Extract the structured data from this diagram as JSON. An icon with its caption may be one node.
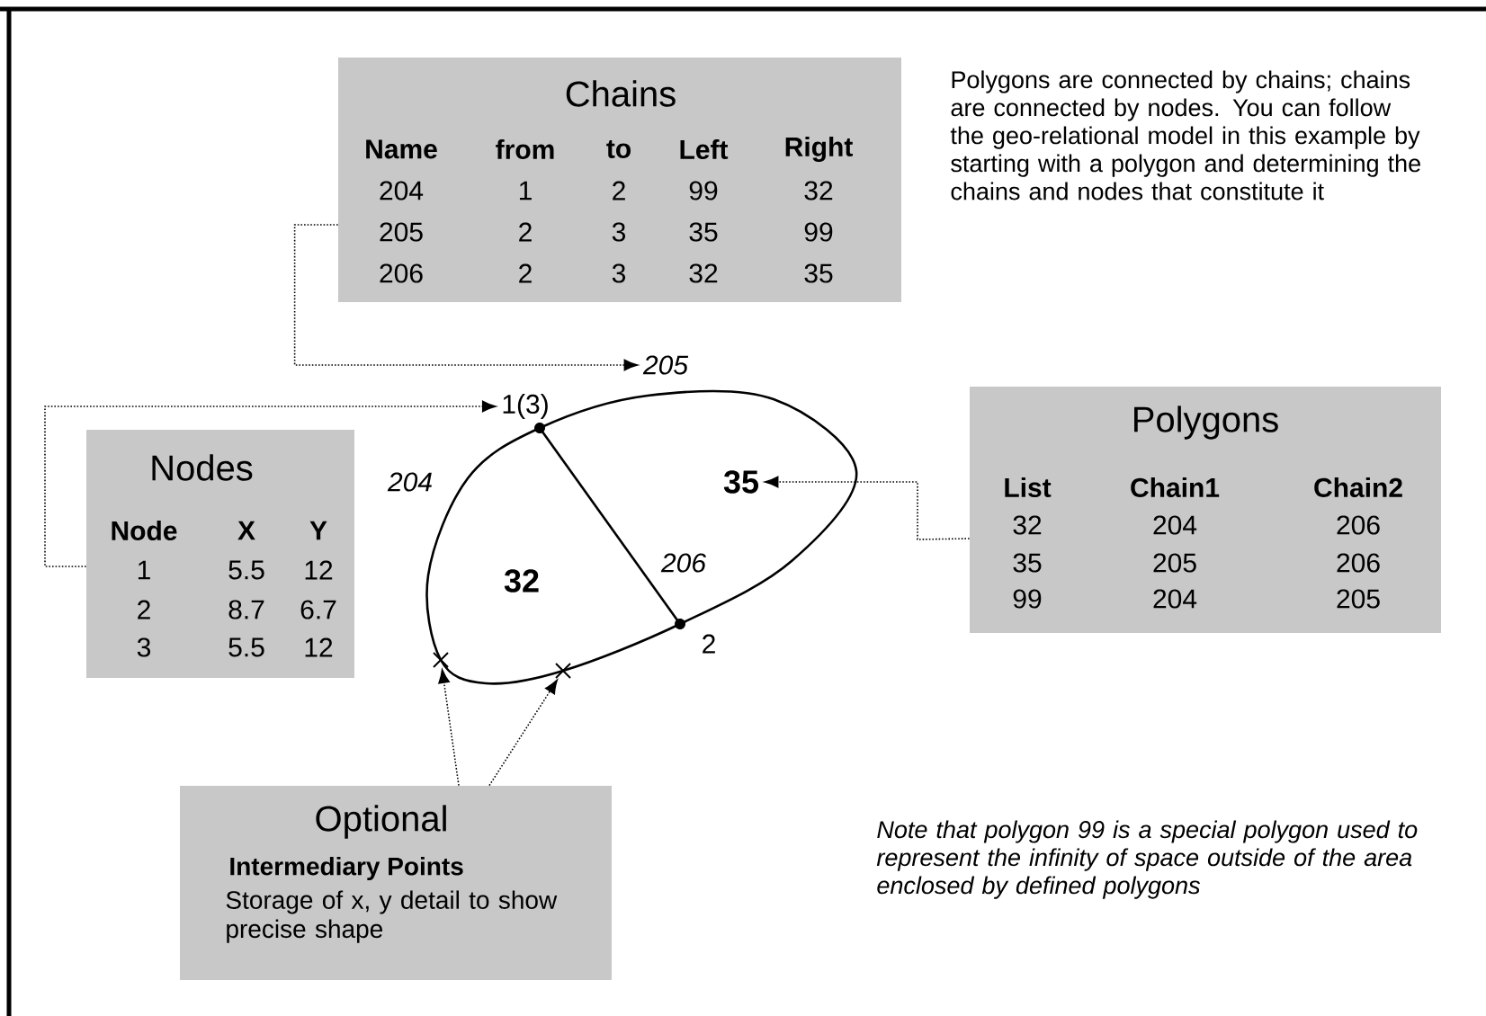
{
  "diagram": {
    "nodes": [
      {
        "text": [
          "Chains",
          "Name",
          "from",
          "to",
          "Left",
          "Right",
          "204",
          "1",
          "2",
          "99",
          "32",
          "205",
          "2",
          "3",
          "35",
          "99",
          "206",
          "2",
          "3",
          "32",
          "35"
        ]
      },
      {
        "text": [
          "Nodes",
          "Node",
          "X",
          "Y",
          "1",
          "5.5",
          "12",
          "2",
          "8.7",
          "6.7",
          "3",
          "5.5",
          "12"
        ]
      },
      {
        "text": [
          "Polygons",
          "List",
          "Chain1",
          "Chain2",
          "32",
          "204",
          "206",
          "35",
          "205",
          "206",
          "99",
          "204",
          "205"
        ]
      },
      {
        "text": [
          "Optional",
          "Intermediary Points",
          "Storage of x, y detail to show precise shape"
        ]
      },
      {
        "text": [
          "205"
        ]
      },
      {
        "text": [
          "1(3)"
        ]
      },
      {
        "text": [
          "35"
        ]
      },
      {
        "text": [],
        "shape": "cross"
      },
      {
        "text": [],
        "shape": "cross"
      }
    ],
    "edges": [
      {
        "from": 0,
        "to": 4,
        "arrow": "to",
        "style": "dashed"
      },
      {
        "from": 1,
        "to": 5,
        "arrow": "to",
        "style": "dashed"
      },
      {
        "from": 2,
        "to": 6,
        "arrow": "to",
        "style": "dashed"
      },
      {
        "from": 3,
        "to": 7,
        "arrow": "to",
        "style": "dashed"
      },
      {
        "from": 3,
        "to": 8,
        "arrow": "to",
        "style": "dashed"
      }
    ],
    "labels": [
      "Polygons are connected by chains; chains are connected by nodes. You can follow the geo-relational model in this example by starting with a polygon and determining the chains and nodes that constitute it",
      "204",
      "32",
      "206",
      "2",
      "Note that polygon 99 is a special polygon used to represent the infinity of space outside of the area enclosed by defined polygons"
    ]
  }
}
